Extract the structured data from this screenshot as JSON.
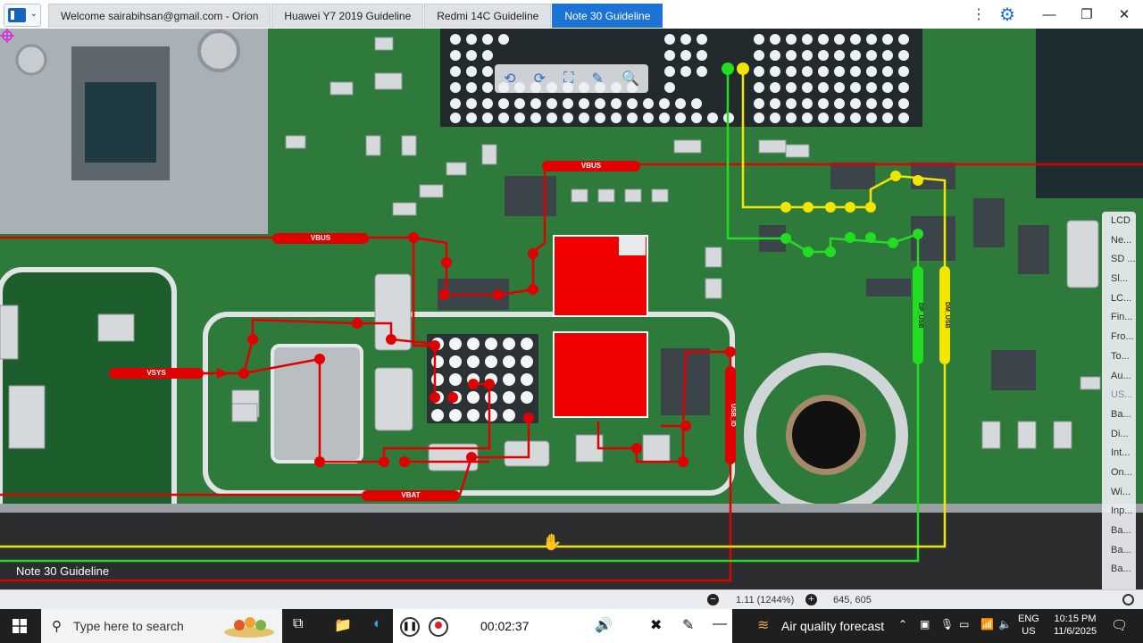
{
  "window": {
    "tabs": [
      {
        "label": "Welcome sairabihsan@gmail.com - Orion",
        "active": false
      },
      {
        "label": "Huawei Y7 2019 Guideline",
        "active": false
      },
      {
        "label": "Redmi 14C Guideline",
        "active": false
      },
      {
        "label": "Note 30 Guideline",
        "active": true
      }
    ],
    "accent_color": "#1b73d6"
  },
  "viewer": {
    "board_label": "Note 30 Guideline",
    "net_labels": {
      "vbus_1": "VBUS",
      "vbus_2": "VBUS",
      "vsys": "VSYS",
      "vbat": "VBAT",
      "usb_id": "USB_ID",
      "dm": "DM_USB",
      "dp": "DP_USB"
    },
    "net_colors": {
      "power": "#e10000",
      "dm": "#f2e600",
      "dp": "#22dd22"
    },
    "side_menu": [
      "LCD",
      "Ne...",
      "SD ...",
      "Sl...",
      "LC...",
      "Fin...",
      "Fro...",
      "To...",
      "Au...",
      "US...",
      "Ba...",
      "Di...",
      "Int...",
      "On...",
      "Wi...",
      "Inp...",
      "Ba...",
      "Ba...",
      "Ba..."
    ]
  },
  "status": {
    "zoom": "1.11 (1244%)",
    "coords": "645, 605"
  },
  "taskbar": {
    "search_placeholder": "Type here to search",
    "recording_time": "00:02:37",
    "weather": "Air quality forecast",
    "lang_1": "ENG",
    "lang_2": "US",
    "time": "10:15 PM",
    "date": "11/6/2025"
  }
}
